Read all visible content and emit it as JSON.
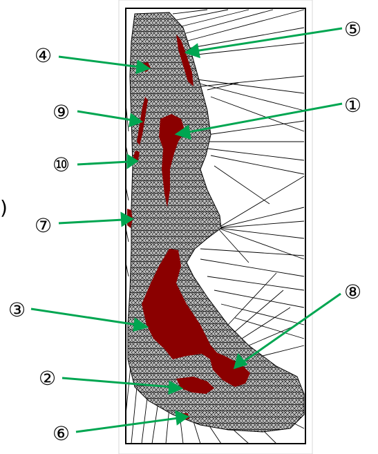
{
  "figure": {
    "colors": {
      "mesh_fill": "#bdbdbd",
      "mesh_line": "#000000",
      "highlight": "#8b0000",
      "leader": "#00a651",
      "label": "#000000",
      "panel_border": "#000000"
    },
    "callouts": [
      {
        "id": "1",
        "label": "①"
      },
      {
        "id": "2",
        "label": "②"
      },
      {
        "id": "3",
        "label": "③"
      },
      {
        "id": "4",
        "label": "④"
      },
      {
        "id": "5",
        "label": "⑤"
      },
      {
        "id": "6",
        "label": "⑥"
      },
      {
        "id": "7",
        "label": "⑦"
      },
      {
        "id": "8",
        "label": "⑧"
      },
      {
        "id": "9",
        "label": "⑨"
      },
      {
        "id": "10",
        "label": "⑩"
      }
    ],
    "side_mark": ")"
  }
}
